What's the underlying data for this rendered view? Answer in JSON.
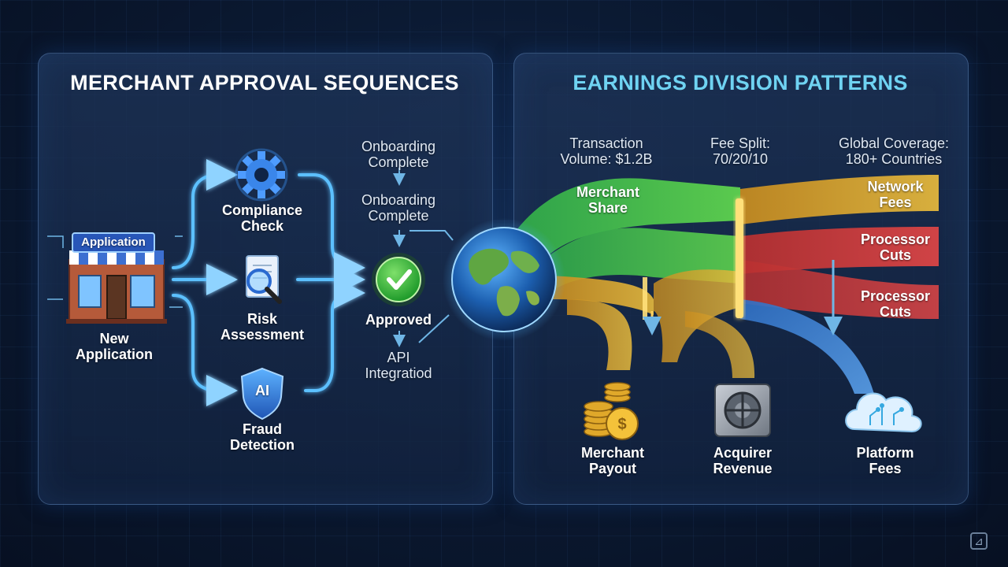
{
  "left_panel": {
    "title": "MERCHANT APPROVAL SEQUENCES",
    "storefront_sign": "Application",
    "new_application": [
      "New",
      "Application"
    ],
    "compliance_check": [
      "Compliance",
      "Check"
    ],
    "risk_assessment": [
      "Risk",
      "Assessment"
    ],
    "fraud_detection": [
      "Fraud",
      "Detection"
    ],
    "fraud_shield_text": "AI",
    "onboarding_1": [
      "Onboarding",
      "Complete"
    ],
    "onboarding_2": [
      "Onboarding",
      "Complete"
    ],
    "approved": "Approved",
    "api_integrated": [
      "API",
      "Integratiod"
    ]
  },
  "right_panel": {
    "title": "EARNINGS DIVISION PATTERNS",
    "transaction_volume": [
      "Transaction",
      "Volume: $1.2B"
    ],
    "fee_split": [
      "Fee Split:",
      "70/20/10"
    ],
    "global_coverage": [
      "Global Coverage:",
      "180+ Countries"
    ],
    "merchant_share": [
      "Merchant",
      "Share"
    ],
    "network_fees": [
      "Network",
      "Fees"
    ],
    "processor_cuts_1": [
      "Processor",
      "Cuts"
    ],
    "processor_cuts_2": [
      "Processor",
      "Cuts"
    ],
    "merchant_payout": [
      "Merchant",
      "Payout"
    ],
    "acquirer_revenue": [
      "Acquirer",
      "Revenue"
    ],
    "platform_fees": [
      "Platform",
      "Fees"
    ]
  },
  "colors": {
    "flow_blue": "#4fb3ff",
    "merchant_green": "#3fbf4a",
    "network_gold": "#d9a52a",
    "processor_red": "#d63a3a",
    "platform_blue": "#3b7fd0",
    "title_cyan": "#6fd3f2"
  },
  "icons": [
    "storefront-icon",
    "gear-icon",
    "document-magnifier-icon",
    "ai-shield-icon",
    "checkmark-icon",
    "globe-icon",
    "coin-stack-icon",
    "vault-icon",
    "cloud-circuit-icon",
    "corner-logo-icon"
  ]
}
